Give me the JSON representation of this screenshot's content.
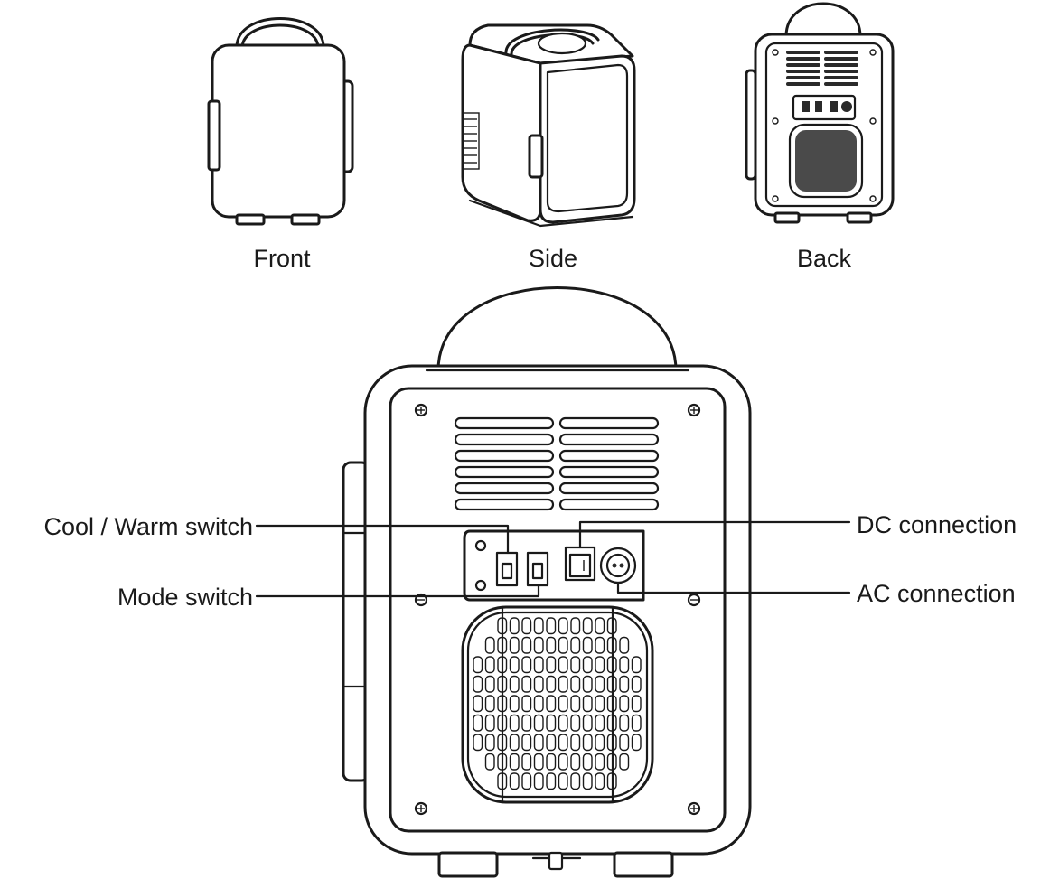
{
  "views": {
    "front": "Front",
    "side": "Side",
    "back": "Back"
  },
  "callouts": {
    "cool_warm_switch": "Cool / Warm switch",
    "mode_switch": "Mode switch",
    "dc_connection": "DC connection",
    "ac_connection": "AC connection"
  }
}
